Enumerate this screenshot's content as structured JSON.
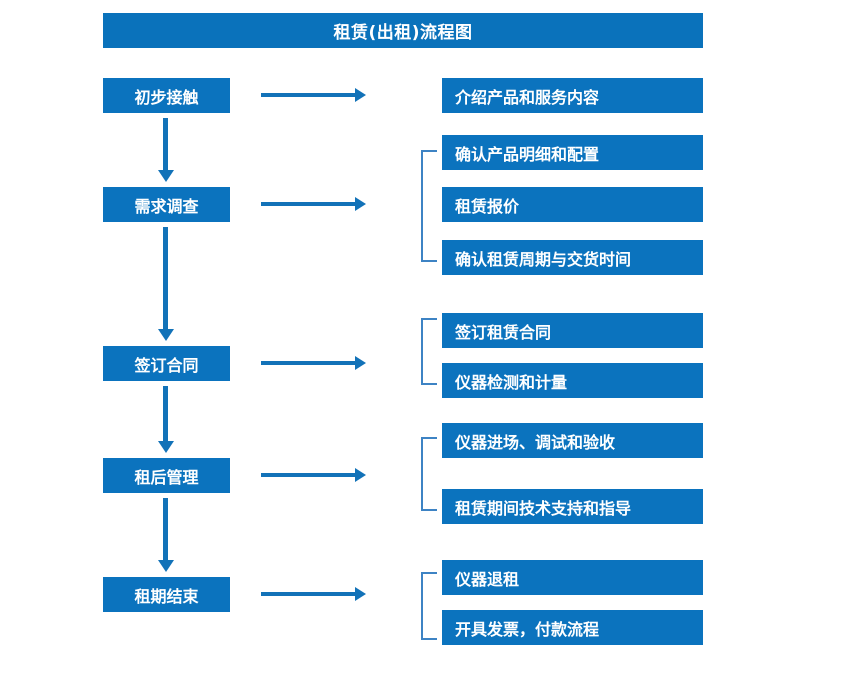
{
  "diagram": {
    "title": "租赁(出租)流程图",
    "colors": {
      "title_bar": "#0a72bb",
      "box": "#0b73be",
      "arrow": "#1272b8",
      "bracket": "#3d83c4",
      "text": "#ffffff",
      "background": "#ffffff"
    },
    "stages": [
      {
        "id": "stage-1",
        "label": "初步接触",
        "details": [
          "介绍产品和服务内容"
        ],
        "bracketed": false
      },
      {
        "id": "stage-2",
        "label": "需求调查",
        "details": [
          "确认产品明细和配置",
          "租赁报价",
          "确认租赁周期与交货时间"
        ],
        "bracketed": true
      },
      {
        "id": "stage-3",
        "label": "签订合同",
        "details": [
          "签订租赁合同",
          "仪器检测和计量"
        ],
        "bracketed": true
      },
      {
        "id": "stage-4",
        "label": "租后管理",
        "details": [
          "仪器进场、调试和验收",
          "租赁期间技术支持和指导"
        ],
        "bracketed": true
      },
      {
        "id": "stage-5",
        "label": "租期结束",
        "details": [
          "仪器退租",
          "开具发票，付款流程"
        ],
        "bracketed": true
      }
    ],
    "detail_boxes": [
      "介绍产品和服务内容",
      "确认产品明细和配置",
      "租赁报价",
      "确认租赁周期与交货时间",
      "签订租赁合同",
      "仪器检测和计量",
      "仪器进场、调试和验收",
      "租赁期间技术支持和指导",
      "仪器退租",
      "开具发票，付款流程"
    ],
    "connectors": {
      "horizontal_arrow_name": "right-arrow-icon",
      "vertical_arrow_name": "down-arrow-icon",
      "bracket_name": "group-bracket-icon",
      "count_horizontal": 5,
      "count_vertical": 4,
      "count_brackets": 4
    }
  }
}
